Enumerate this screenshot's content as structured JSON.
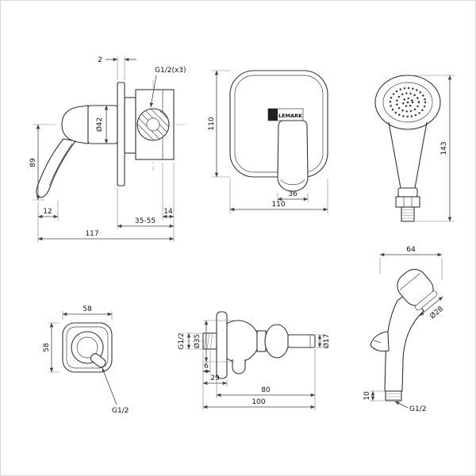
{
  "page": {
    "background": "#ffffff",
    "line_color": "#333333"
  },
  "brand": "LEMARK",
  "views": {
    "mixer_side": {
      "dim_plate_thickness": "2",
      "thread_label": "G1/2(x3)",
      "dia_handle": "Ø42",
      "dim_handle_length": "89",
      "dim_tip": "12",
      "dim_body_step": "14",
      "dim_depth_range": "35-55",
      "dim_total": "117"
    },
    "plate_front": {
      "dim_height": "110",
      "dim_handle_width": "36",
      "dim_width": "110"
    },
    "handshower_front": {
      "dim_height": "143"
    },
    "square_plate": {
      "dim_width": "58",
      "dim_height": "58",
      "thread_label": "G1/2"
    },
    "wall_outlet": {
      "thread_label": "G1/2",
      "dia_flange": "Ø35",
      "dim_a": "6",
      "dim_b": "29",
      "dim_c": "80",
      "dim_total": "100",
      "dia_pin": "Ø17"
    },
    "handshower_side": {
      "dim_width": "64",
      "dia_head": "Ø28",
      "dim_thread": "10",
      "thread_label": "G1/2"
    }
  }
}
